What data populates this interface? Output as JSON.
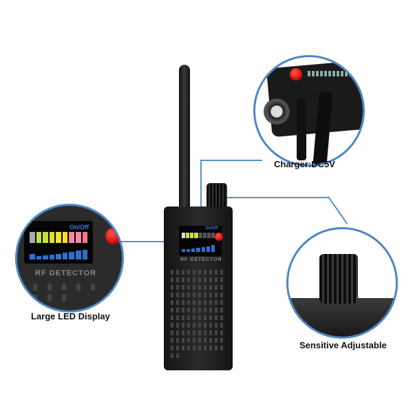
{
  "callouts": {
    "charger": "Charger:DC5V",
    "display": "Large LED Display",
    "knob": "Sensitive Adjustable"
  },
  "device": {
    "power_label": "On/Off",
    "name_label": "RF DETECTOR",
    "signal_level_left_display": 0.9,
    "signal_level_device": 0.3
  },
  "colors": {
    "accent_line": "#4c86c6",
    "power_button": "#e01a10"
  }
}
